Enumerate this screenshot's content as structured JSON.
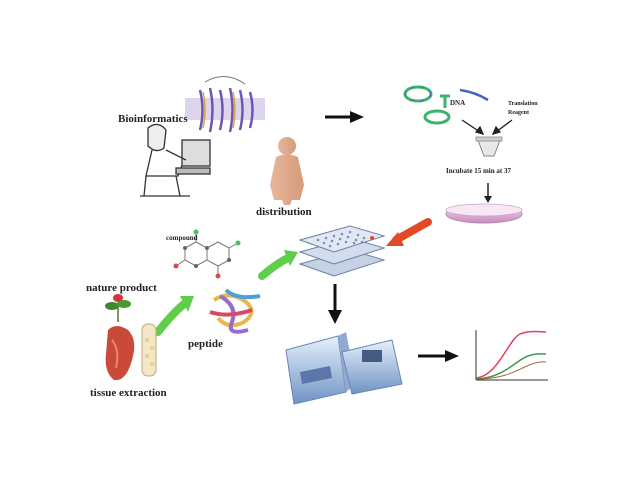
{
  "labels": {
    "bioinformatics": "Bioinformatics",
    "distribution": "distribution",
    "dna": "DNA",
    "translation_reagent_line1": "Translation",
    "translation_reagent_line2": "Reagent",
    "incubate": "Incubate  15  min at 37",
    "compound": "compound",
    "nature_product": "nature product",
    "peptide": "peptide",
    "tissue_extraction": "tissue extraction"
  },
  "colors": {
    "flow_arrow": "#111111",
    "highlight_arrow": "#e24a26",
    "green_arrow": "#5fce4a",
    "curve_red": "#e0405a",
    "curve_green": "#3c9a4c"
  }
}
